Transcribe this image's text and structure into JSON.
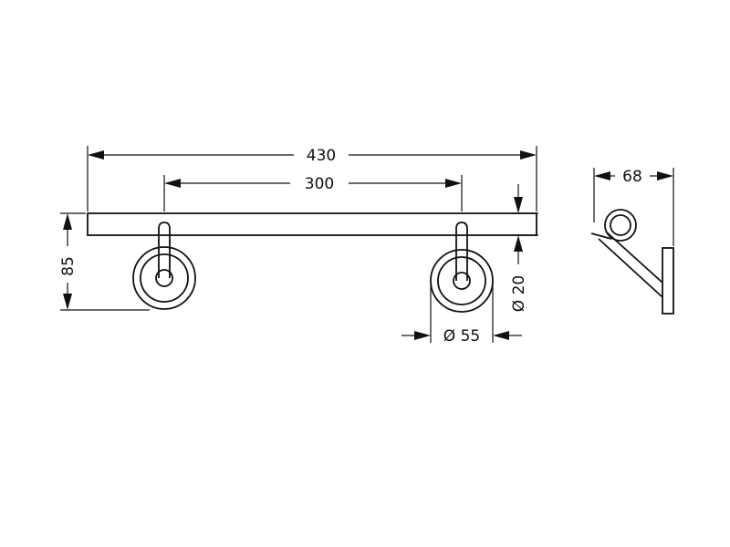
{
  "dimensions": {
    "overall_length": "430",
    "bracket_spacing": "300",
    "height": "85",
    "depth": "68",
    "rod_diameter": "Ø 20",
    "rosette_diameter": "Ø 55"
  },
  "colors": {
    "line": "#111111",
    "background": "#ffffff"
  }
}
